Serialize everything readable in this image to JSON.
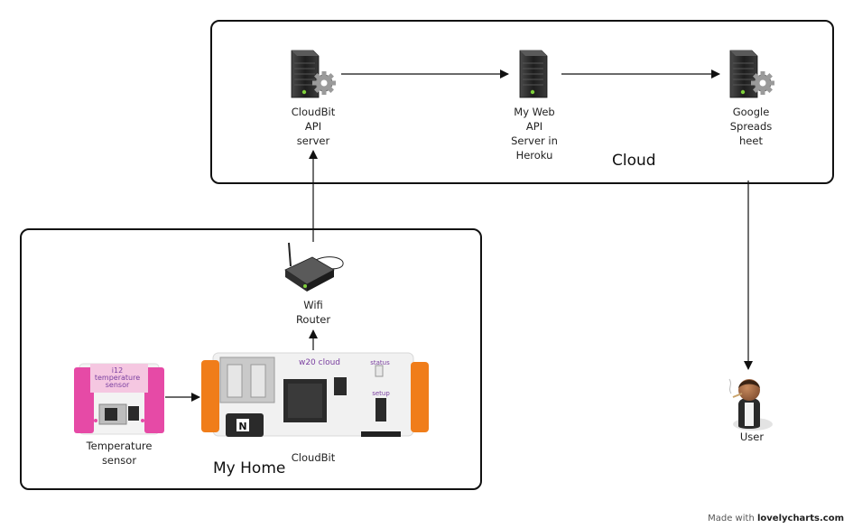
{
  "groups": {
    "cloud": {
      "label": "Cloud"
    },
    "home": {
      "label": "My Home"
    }
  },
  "nodes": {
    "cloudbit_api": {
      "label": "CloudBit API server",
      "lines": [
        "CloudBit",
        "API",
        "server"
      ],
      "icon": "server-gear-icon"
    },
    "web_api": {
      "label": "My Web API Server in Heroku",
      "lines": [
        "My Web",
        "API",
        "Server in",
        "Heroku"
      ],
      "icon": "server-icon"
    },
    "spreadsheet": {
      "label": "Google Spreadsheet",
      "lines": [
        "Google",
        "Spreads",
        "heet"
      ],
      "icon": "server-gear-icon"
    },
    "router": {
      "label": "Wifi Router",
      "lines": [
        "Wifi",
        "Router"
      ],
      "icon": "wifi-router-icon"
    },
    "temp_sensor": {
      "label": "Temperature sensor",
      "lines": [
        "Temperature",
        "sensor"
      ],
      "icon": "temperature-sensor-module-icon"
    },
    "cloudbit": {
      "label": "CloudBit",
      "lines": [
        "CloudBit"
      ],
      "icon": "cloudbit-board-icon"
    },
    "user": {
      "label": "User",
      "lines": [
        "User"
      ],
      "icon": "user-icon"
    }
  },
  "sensor_module": {
    "line1": "i12",
    "line2": "temperature",
    "line3": "sensor"
  },
  "cloudbit_board": {
    "title": "w20 cloud",
    "status": "status",
    "setup": "setup",
    "chip_letter": "N"
  },
  "edges": [
    {
      "from": "cloudbit_api",
      "to": "web_api"
    },
    {
      "from": "web_api",
      "to": "spreadsheet"
    },
    {
      "from": "router",
      "to": "cloudbit_api"
    },
    {
      "from": "cloudbit",
      "to": "router"
    },
    {
      "from": "temp_sensor",
      "to": "cloudbit"
    },
    {
      "from": "spreadsheet",
      "to": "user"
    }
  ],
  "footer": {
    "prefix": "Made with ",
    "brand": "lovelycharts.com"
  },
  "colors": {
    "stroke": "#111111",
    "server": "#2a2a2a",
    "server_led": "#7fd13b",
    "gear": "#8a8a8a",
    "sensor_pink": "#e64aa6",
    "connector_orange": "#f07d1a",
    "board": "#f1f1f1",
    "chip": "#2b2b2b"
  }
}
